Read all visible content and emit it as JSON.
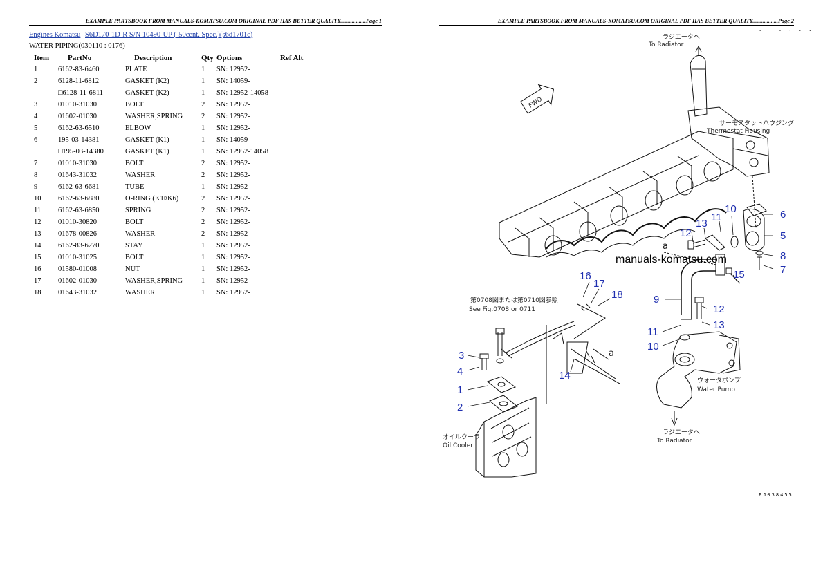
{
  "page1": {
    "header": "EXAMPLE PARTSBOOK FROM MANUALS-KOMATSU.COM ORIGINAL PDF HAS BETTER QUALITY..................Page 1",
    "breadcrumb": {
      "link1": "Engines Komatsu",
      "link2": "S6D170-1D-R S/N 10490-UP (-50cent. Spec.)(s6d1701c)"
    },
    "subtitle": "WATER PIPING(030110 : 0176)",
    "columns": [
      "Item",
      "PartNo",
      "Description",
      "Qty",
      "Options",
      "Ref Alt"
    ],
    "rows": [
      {
        "item": "1",
        "part": "6162-83-6460",
        "desc": "PLATE",
        "qty": "1",
        "opt": "SN: 12952-"
      },
      {
        "item": "2",
        "part": "6128-11-6812",
        "desc": "GASKET (K2)",
        "qty": "1",
        "opt": "SN: 14059-"
      },
      {
        "item": "",
        "part": "□6128-11-6811",
        "desc": "GASKET (K2)",
        "qty": "1",
        "opt": "SN: 12952-14058"
      },
      {
        "item": "3",
        "part": "01010-31030",
        "desc": "BOLT",
        "qty": "2",
        "opt": "SN: 12952-"
      },
      {
        "item": "4",
        "part": "01602-01030",
        "desc": "WASHER,SPRING",
        "qty": "2",
        "opt": "SN: 12952-"
      },
      {
        "item": "5",
        "part": "6162-63-6510",
        "desc": "ELBOW",
        "qty": "1",
        "opt": "SN: 12952-"
      },
      {
        "item": "6",
        "part": "195-03-14381",
        "desc": "GASKET (K1)",
        "qty": "1",
        "opt": "SN: 14059-"
      },
      {
        "item": "",
        "part": "□195-03-14380",
        "desc": "GASKET (K1)",
        "qty": "1",
        "opt": "SN: 12952-14058"
      },
      {
        "item": "7",
        "part": "01010-31030",
        "desc": "BOLT",
        "qty": "2",
        "opt": "SN: 12952-"
      },
      {
        "item": "8",
        "part": "01643-31032",
        "desc": "WASHER",
        "qty": "2",
        "opt": "SN: 12952-"
      },
      {
        "item": "9",
        "part": "6162-63-6681",
        "desc": "TUBE",
        "qty": "1",
        "opt": "SN: 12952-"
      },
      {
        "item": "10",
        "part": "6162-63-6880",
        "desc": "O-RING (K1¤K6)",
        "qty": "2",
        "opt": "SN: 12952-"
      },
      {
        "item": "11",
        "part": "6162-63-6850",
        "desc": "SPRING",
        "qty": "2",
        "opt": "SN: 12952-"
      },
      {
        "item": "12",
        "part": "01010-30820",
        "desc": "BOLT",
        "qty": "2",
        "opt": "SN: 12952-"
      },
      {
        "item": "13",
        "part": "01678-00826",
        "desc": "WASHER",
        "qty": "2",
        "opt": "SN: 12952-"
      },
      {
        "item": "14",
        "part": "6162-83-6270",
        "desc": "STAY",
        "qty": "1",
        "opt": "SN: 12952-"
      },
      {
        "item": "15",
        "part": "01010-31025",
        "desc": "BOLT",
        "qty": "1",
        "opt": "SN: 12952-"
      },
      {
        "item": "16",
        "part": "01580-01008",
        "desc": "NUT",
        "qty": "1",
        "opt": "SN: 12952-"
      },
      {
        "item": "17",
        "part": "01602-01030",
        "desc": "WASHER,SPRING",
        "qty": "1",
        "opt": "SN: 12952-"
      },
      {
        "item": "18",
        "part": "01643-31032",
        "desc": "WASHER",
        "qty": "1",
        "opt": "SN: 12952-"
      }
    ]
  },
  "page2": {
    "header": "EXAMPLE PARTSBOOK FROM MANUALS-KOMATSU.COM ORIGINAL PDF HAS BETTER QUALITY..................Page 2",
    "dots": ". . . . . .",
    "watermark": "manuals-komatsu.com",
    "page_code": "PJ038455",
    "labels": {
      "radiator_top_jp": "ラジエータへ",
      "radiator_top_en": "To Radiator",
      "fwd": "FWD",
      "thermo_jp": "サーモスタットハウジング",
      "thermo_en": "Thermostat Housing",
      "see_fig_jp": "第0708図または第0710図参照",
      "see_fig_en": "See Fig.0708 or 0711",
      "water_pump_jp": "ウォータポンプ",
      "water_pump_en": "Water Pump",
      "radiator_bot_jp": "ラジエータへ",
      "radiator_bot_en": "To Radiator",
      "oil_cooler_jp": "オイルクーラ",
      "oil_cooler_en": "Oil Cooler",
      "ref_a": "a"
    },
    "callouts": [
      "1",
      "2",
      "3",
      "4",
      "5",
      "6",
      "7",
      "8",
      "9",
      "10",
      "10",
      "11",
      "11",
      "12",
      "12",
      "13",
      "13",
      "14",
      "15",
      "16",
      "17",
      "18"
    ]
  }
}
